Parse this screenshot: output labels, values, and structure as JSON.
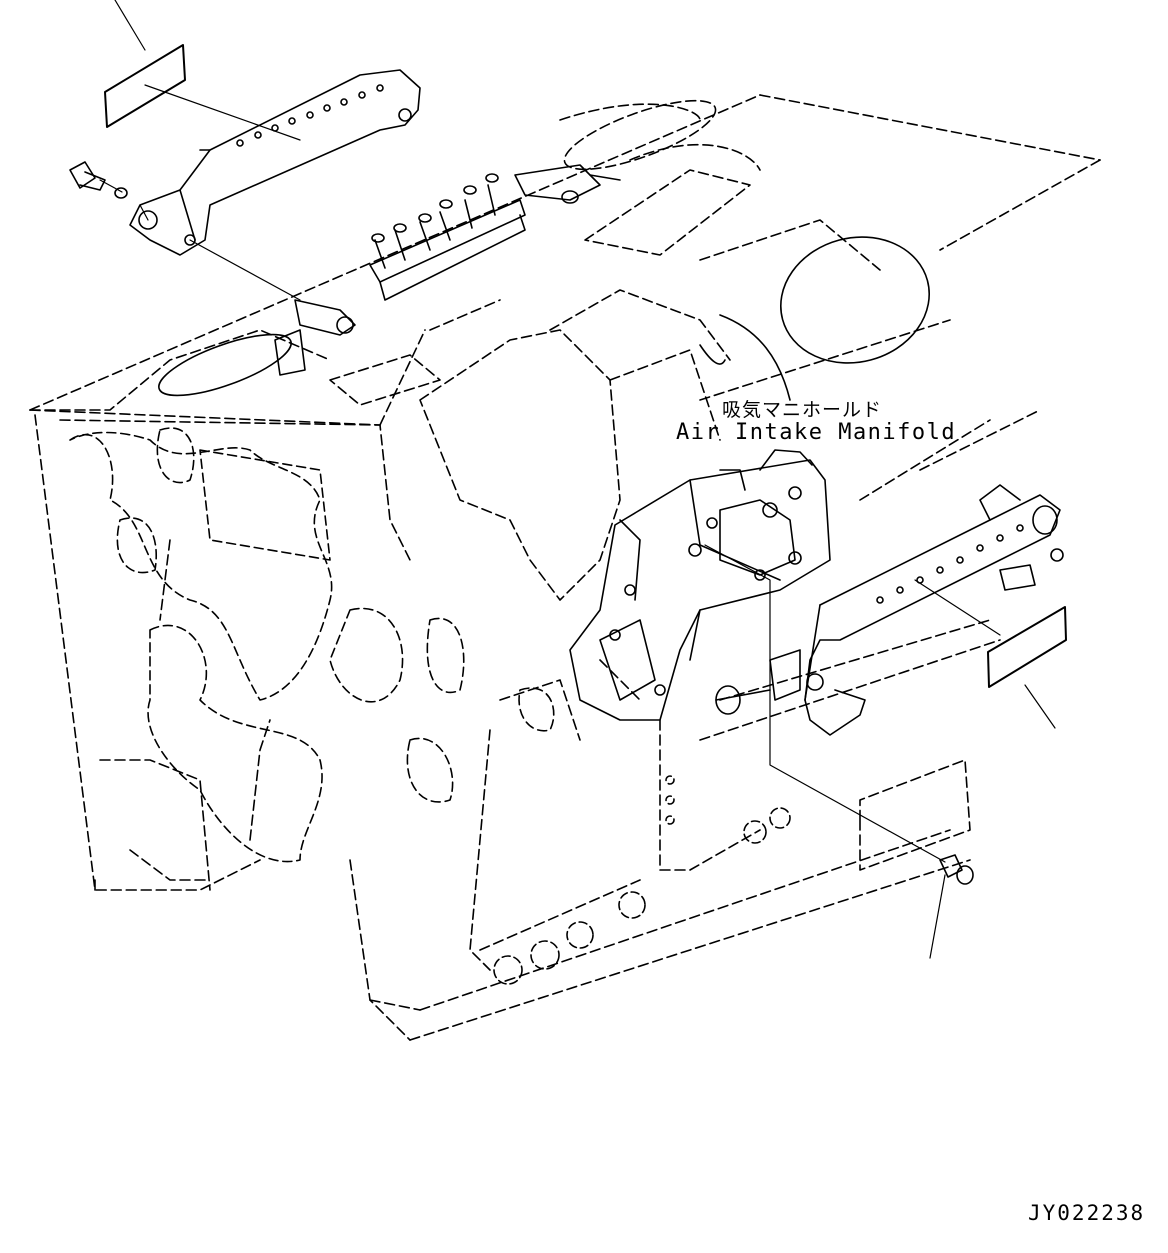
{
  "labels": {
    "part_name_jp": "吸気マニホールド",
    "part_name_en": "Air Intake Manifold",
    "drawing_number": "JY022238"
  }
}
